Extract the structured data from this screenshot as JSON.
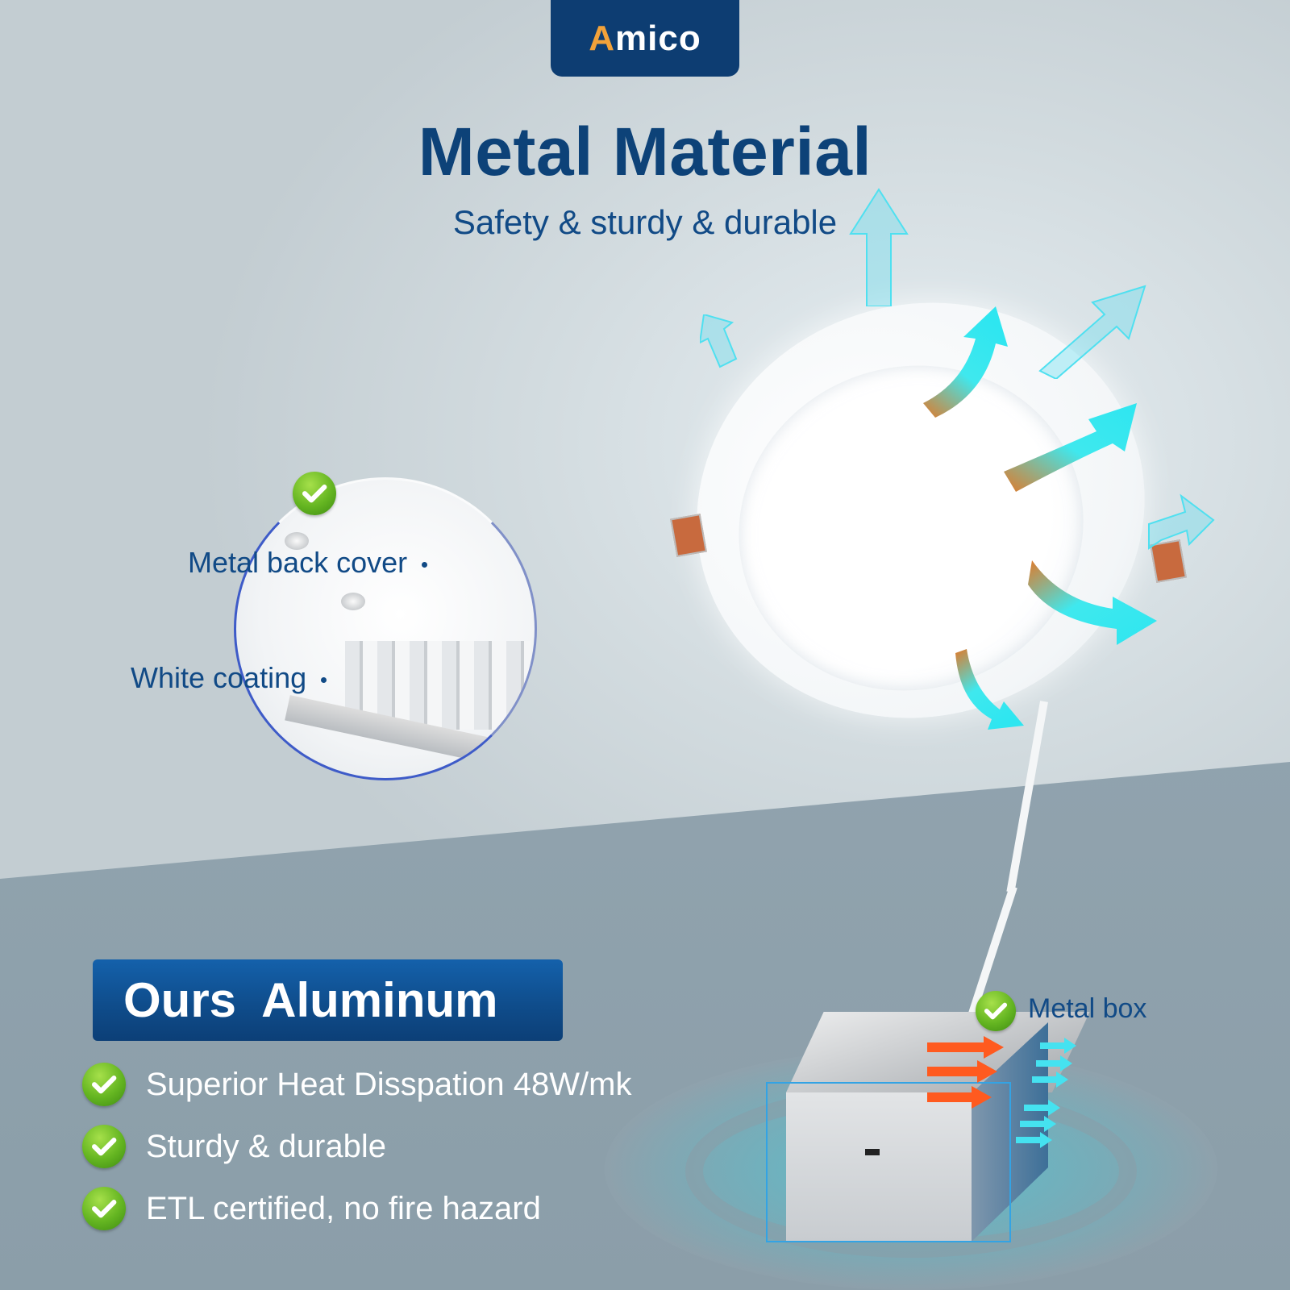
{
  "brand": {
    "logo_text": "mico",
    "logo_letter": "A",
    "badge_color": "#0d3d72",
    "accent_color": "#f2a23a"
  },
  "header": {
    "title": "Metal Material",
    "subtitle": "Safety & sturdy & durable"
  },
  "callouts": {
    "back_cover": "Metal back cover",
    "coating": "White coating",
    "metal_box": "Metal box"
  },
  "aluminum_panel": {
    "title": "Ours  Aluminum",
    "features": [
      {
        "icon": "check-icon",
        "text": "Superior Heat Disspation 48W/mk"
      },
      {
        "icon": "check-icon",
        "text": "Sturdy & durable"
      },
      {
        "icon": "check-icon",
        "text": "ETL certified, no fire hazard"
      }
    ]
  },
  "colors": {
    "title_blue": "#0d4278",
    "panel_blue": "#0f4d8c",
    "check_green": "#64b521",
    "heat_orange": "#e07a2a",
    "airflow_cyan": "#2ee6f0"
  }
}
